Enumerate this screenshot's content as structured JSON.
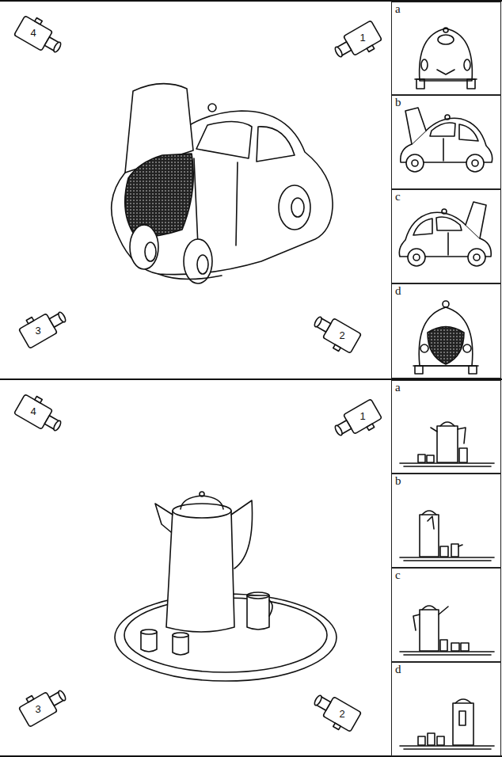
{
  "diagram": {
    "nodes": [
      {
        "text": [
          "a"
        ]
      },
      {
        "text": [
          "b"
        ]
      },
      {
        "text": [
          "c"
        ]
      },
      {
        "text": [
          "d"
        ]
      },
      {
        "text": [
          "a"
        ]
      },
      {
        "text": [
          "b"
        ]
      },
      {
        "text": [
          "c"
        ]
      },
      {
        "text": [
          "d"
        ]
      }
    ],
    "labels": [
      "4",
      "1",
      "3",
      "2",
      "4",
      "1",
      "3",
      "2"
    ]
  }
}
